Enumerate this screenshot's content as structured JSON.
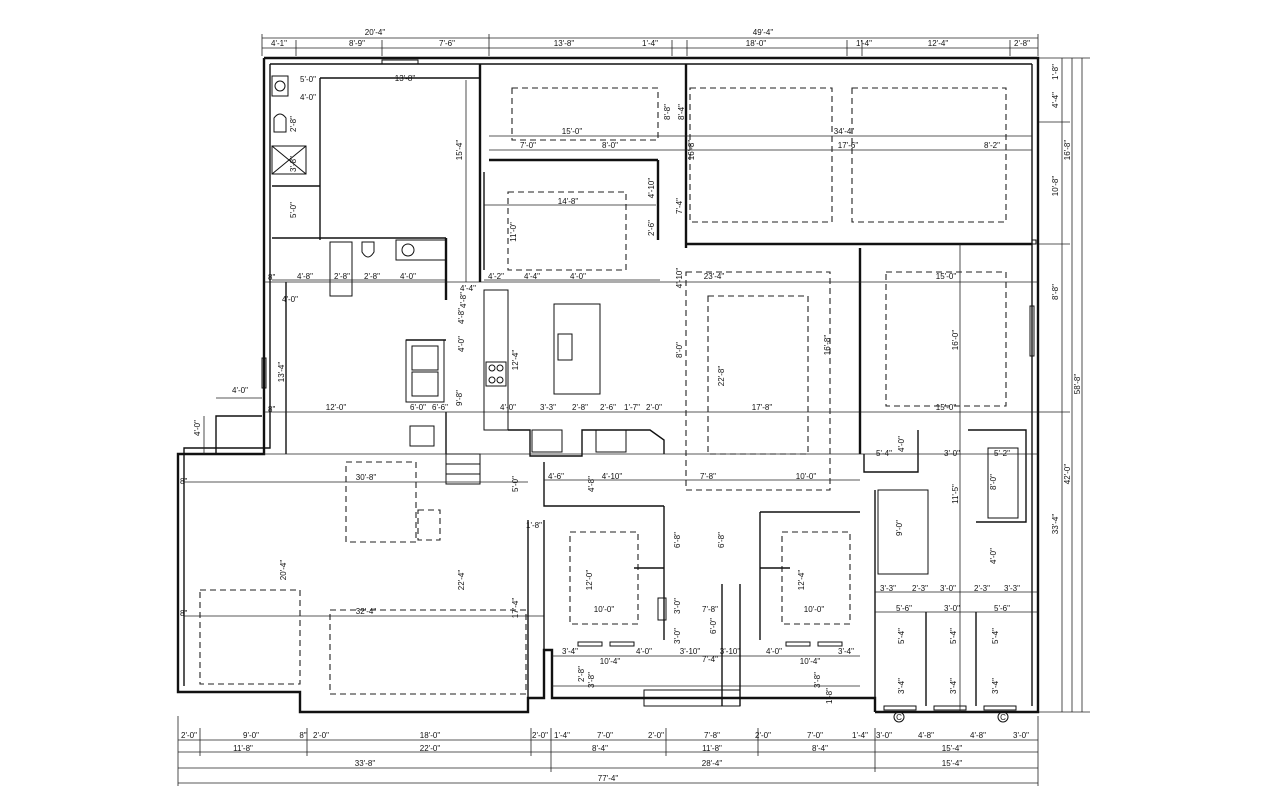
{
  "top_dims": {
    "overall_left": "20'-4\"",
    "overall_right": "49'-4\"",
    "row": [
      "4'-1\"",
      "8'-9\"",
      "7'-6\"",
      "13'-8\"",
      "1'-4\"",
      "18'-0\"",
      "1'-4\"",
      "12'-4\"",
      "2'-8\""
    ]
  },
  "bottom_dims": {
    "row1": [
      "2'-0\"",
      "9'-0\"",
      "8\"",
      "2'-0\"",
      "18'-0\"",
      "2'-0\"",
      "1'-4\"",
      "7'-0\"",
      "2'-0\"",
      "7'-8\"",
      "2'-0\"",
      "7'-0\"",
      "1'-4\"",
      "3'-0\"",
      "4'-8\"",
      "4'-8\"",
      "3'-0\""
    ],
    "row2": [
      "11'-8\"",
      "22'-0\"",
      "8'-4\"",
      "11'-8\"",
      "8'-4\"",
      "15'-4\""
    ],
    "row3": [
      "33'-8\"",
      "28'-4\"",
      "15'-4\""
    ],
    "overall": "77'-4\""
  },
  "right_dims": [
    "1'-8\"",
    "4'-4\"",
    "16'-8\"",
    "10'-8\"",
    "8'-8\"",
    "58'-8\"",
    "42'-0\"",
    "33'-4\""
  ],
  "interior_dims": {
    "garage_width": "13'-8\"",
    "garage_depth": "15'-4\"",
    "bath_a": "5'-0\"",
    "bath_b": "4'-0\"",
    "bath_c": "2'-8\"",
    "bath_d": "3'-8\"",
    "bath_e": "5'-0\"",
    "laundry_row": [
      "4'-8\"",
      "2'-8\"",
      "2'-8\"",
      "4'-0\""
    ],
    "entry_a": "4'-4\"",
    "entry_b": "4'-8\"",
    "entry_c": "4'-0\"",
    "office_a": "13'-4\"",
    "office_b": "12'-0\"",
    "office_c": "6'-0\"",
    "office_d": "6'-6\"",
    "office_e": "9'-8\"",
    "porch_a": "4'-0\"",
    "porch_b": "4'-0\"",
    "bay1": "15'-0\"",
    "bay2": "34'-4\"",
    "bay_row": [
      "7'-0\"",
      "8'-0\"",
      "17'-6\"",
      "8'-2\""
    ],
    "bay_h1": "8'-8\"",
    "bay_h2": "8'-4\"",
    "bay_h3": "16'-8\"",
    "mud_w": "14'-8\"",
    "mud_h": "11'-0\"",
    "mud_row": [
      "4'-4\"",
      "4'-0\""
    ],
    "mud_side": [
      "4'-10\"",
      "7'-4\"",
      "2'-6\""
    ],
    "kitchen_row": [
      "4'-2\"",
      "4'-0\"",
      "3'-3\"",
      "2'-8\"",
      "2'-6\"",
      "1'-7\"",
      "2'-0\""
    ],
    "kitchen_h": [
      "4'-8\"",
      "12'-4\"",
      "4'-10\""
    ],
    "great_w": "23'-4\"",
    "great_h": "22'-8\"",
    "great_w2": "17'-8\"",
    "great_a": "8'-0\"",
    "great_b": "16'-8\"",
    "master_w": "15'-0\"",
    "master_h": "16'-0\"",
    "master_w2": "15'-0\"",
    "family_w": "30'-8\"",
    "family_h": "20'-4\"",
    "family_h2": "22'-4\"",
    "family_w2": "32'-4\"",
    "hall_a": "5'-0\"",
    "hall_b": "1'-8\"",
    "hall_c": "17'-4\"",
    "bed2_row": [
      "4'-6\"",
      "4'-10\""
    ],
    "bed2_w": "10'-0\"",
    "bed2_h": "12'-0\"",
    "bed_h": "6'-8\"",
    "bed3_w": "10'-0\"",
    "bed3_h": "12'-4\"",
    "hall_row": [
      "7'-8\"",
      "10'-0\""
    ],
    "stair_a": "4'-8\"",
    "stair_b": "3'-0\"",
    "stair_c": "6'-0\"",
    "stair_d": "7'-8\"",
    "stair_e": "7'-4\"",
    "stair_f": "3'-0\"",
    "win_row": [
      "3'-4\"",
      "4'-0\"",
      "3'-10\"",
      "3'-10\"",
      "4'-0\"",
      "3'-4\""
    ],
    "win_row2": [
      "10'-4\"",
      "10'-4\""
    ],
    "porch_left": [
      "2'-8\"",
      "3'-8\""
    ],
    "porch_right": [
      "3'-8\"",
      "1'-8\""
    ],
    "closet_a": "5'-4\"",
    "closet_b": "3'-0\"",
    "closet_c": "4'-0\"",
    "closet_d": "5'-2\"",
    "closet_e": "8'-0\"",
    "closet_f": "11'-5\"",
    "closet_g": "9'-0\"",
    "closet_h": "4'-0\"",
    "mbath_row": [
      "3'-3\"",
      "2'-3\"",
      "3'-0\"",
      "2'-3\"",
      "3'-3\""
    ],
    "mbath_row2": [
      "5'-6\"",
      "3'-0\"",
      "5'-6\""
    ],
    "mbath_h": [
      "5'-4\"",
      "5'-4\"",
      "5'-4\""
    ],
    "mbath_low": [
      "3'-4\"",
      "3'-4\"",
      "3'-4\""
    ],
    "side_4": "4'-0\"",
    "side_8": "8\"",
    "door_c": "C"
  }
}
